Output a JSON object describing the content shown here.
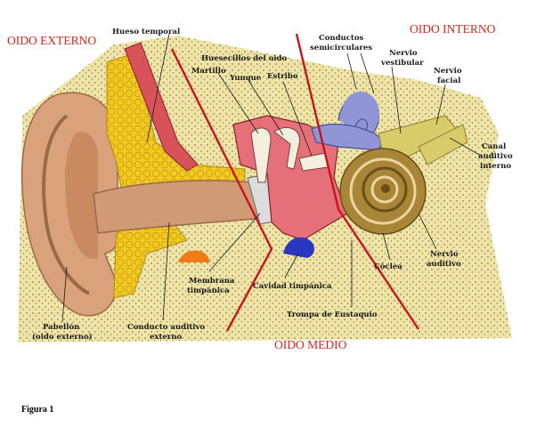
{
  "regions": {
    "outer": "OIDO EXTERNO",
    "middle": "OIDO MEDIO",
    "inner": "OIDO INTERNO"
  },
  "labels": {
    "temporal_bone": "Hueso temporal",
    "ossicles": "Huesecillos del oido",
    "malleus": "Martillo",
    "incus": "Yunque",
    "stapes": "Estribo",
    "semicircular_1": "Conductos",
    "semicircular_2": "semicirculares",
    "vestibular_1": "Nervio",
    "vestibular_2": "vestibular",
    "facial_1": "Nervio",
    "facial_2": "facial",
    "canal_1": "Canal",
    "canal_2": "auditivo",
    "canal_3": "interno",
    "pinna_1": "Pabellón",
    "pinna_2": "(oido externo)",
    "ear_canal_1": "Conducto auditivo",
    "ear_canal_2": "externo",
    "membrane_1": "Membrana",
    "membrane_2": "timpánica",
    "tympanic_cavity": "Cavidad timpánica",
    "eustachian": "Trompa de Eustaquio",
    "cochlea": "Cóclea",
    "auditory_nerve_1": "Nervio",
    "auditory_nerve_2": "auditivo"
  },
  "caption": "Figura  1",
  "colors": {
    "region_text": "#e0231c",
    "divider": "#c8141c",
    "skin": "#d9a27a",
    "bone": "#efe3a6",
    "fat": "#f2c920",
    "middle_ear": "#e5707a",
    "vestibule": "#8f95d6",
    "cochlea": "#a98538",
    "nerve": "#d8cc6a",
    "tube": "#2838c0"
  }
}
